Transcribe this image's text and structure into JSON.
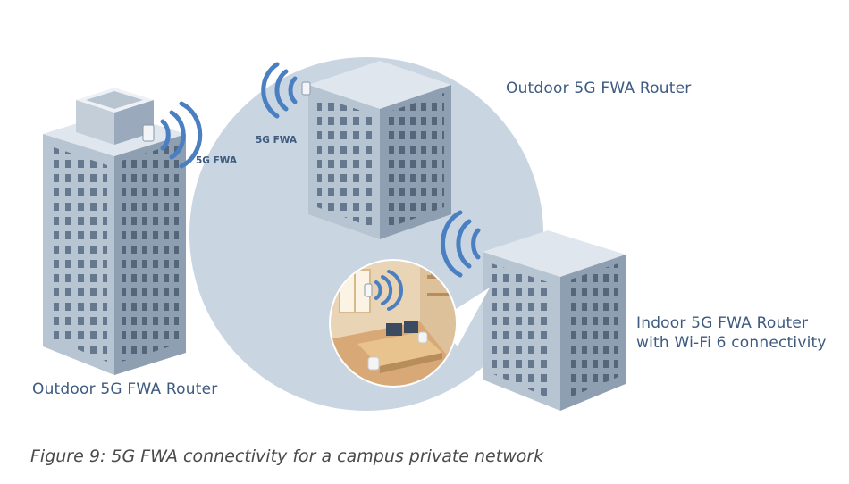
{
  "labels": {
    "outdoor_router_top": "Outdoor 5G FWA Router",
    "outdoor_router_left": "Outdoor 5G FWA Router",
    "indoor_router_line1": "Indoor 5G FWA Router",
    "indoor_router_line2": "with Wi-Fi 6 connectivity",
    "signal_left": "5G FWA",
    "signal_center": "5G FWA"
  },
  "caption": "Figure 9: 5G FWA connectivity for a campus private network",
  "colors": {
    "circle": "#c9d5e1",
    "building_front": "#b7c4d1",
    "building_side": "#8f9fb2",
    "building_top": "#dfe6ee",
    "window": "#5d6f86",
    "signal": "#4a7fc1",
    "label_text": "#3d5a80",
    "caption_text": "#4a4a4a"
  },
  "icons": [
    "wireless-signal-icon",
    "router-device-icon",
    "office-room-illustration"
  ]
}
